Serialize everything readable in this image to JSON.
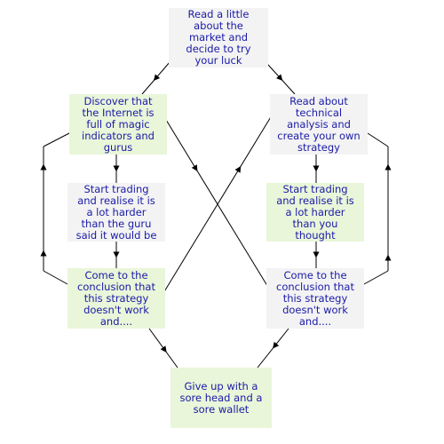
{
  "nodes": {
    "top": "Read a little\nabout the\nmarket and\ndecide to try\nyour luck",
    "left1": "Discover that\nthe Internet is\nfull of magic\nindicators and\ngurus",
    "right1": "Read about\ntechnical\nanalysis and\ncreate your own\nstrategy",
    "left2": "Start trading\nand realise it is\na lot harder\nthan the guru\nsaid it would be",
    "right2": "Start trading\nand realise it is\na lot harder\nthan you\nthought",
    "left3": "Come to the\nconclusion that\nthis strategy\ndoesn't work\nand....",
    "right3": "Come to the\nconclusion that\nthis strategy\ndoesn't work\nand....",
    "bottom": "Give up with a\nsore head and a\nsore wallet"
  },
  "colors": {
    "text": "#1a1aa8",
    "green_box": "#e9f6d9",
    "grey_box": "#f3f3f3",
    "line": "#000000"
  }
}
